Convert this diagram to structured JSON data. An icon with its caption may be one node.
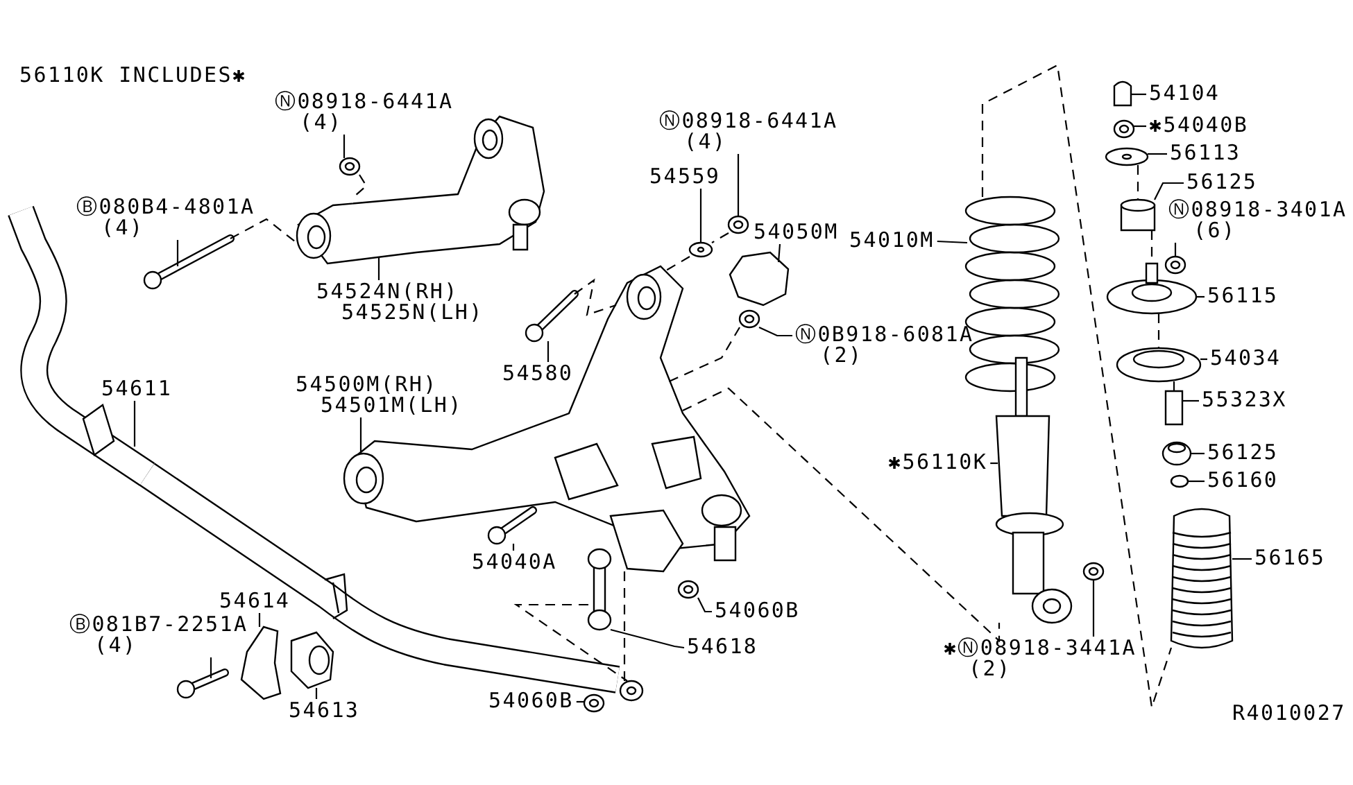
{
  "diagram": {
    "nodes": [
      {
        "text": [
          "Ⓝ08918-6441A",
          "(4)"
        ]
      },
      {
        "text": [
          "Ⓑ080B4-4801A",
          "(4)"
        ]
      },
      {
        "text": [
          "54524N(RH)",
          "54525N(LH)"
        ]
      },
      {
        "text": [
          "Ⓝ08918-6441A",
          "(4)"
        ]
      },
      {
        "text": [
          "54559"
        ]
      },
      {
        "text": [
          "54050M"
        ]
      },
      {
        "text": [
          "Ⓝ0B918-6081A",
          "(2)"
        ]
      },
      {
        "text": [
          "54580"
        ]
      },
      {
        "text": [
          "54010M"
        ]
      },
      {
        "text": [
          "54104"
        ]
      },
      {
        "text": [
          "✱54040B"
        ]
      },
      {
        "text": [
          "56113"
        ]
      },
      {
        "text": [
          "56125"
        ]
      },
      {
        "text": [
          "Ⓝ08918-3401A",
          "(6)"
        ]
      },
      {
        "text": [
          "56115"
        ]
      },
      {
        "text": [
          "54034"
        ]
      },
      {
        "text": [
          "55323X"
        ]
      },
      {
        "text": [
          "56125"
        ]
      },
      {
        "text": [
          "56160"
        ]
      },
      {
        "text": [
          "56165"
        ]
      },
      {
        "text": [
          "✱56110K"
        ]
      },
      {
        "text": [
          "✱Ⓝ08918-3441A",
          "(2)"
        ]
      },
      {
        "text": [
          "54500M(RH)",
          "54501M(LH)"
        ]
      },
      {
        "text": [
          "54611"
        ]
      },
      {
        "text": [
          "54040A"
        ]
      },
      {
        "text": [
          "54060B"
        ]
      },
      {
        "text": [
          "54618"
        ]
      },
      {
        "text": [
          "Ⓑ081B7-2251A",
          "(4)"
        ]
      },
      {
        "text": [
          "54614"
        ]
      },
      {
        "text": [
          "54613"
        ]
      },
      {
        "text": [
          "54060B"
        ]
      },
      {
        "text": [],
        "shape": "picture"
      },
      {
        "text": [],
        "shape": "picture"
      },
      {
        "text": [],
        "shape": "picture"
      },
      {
        "text": [],
        "shape": "picture"
      },
      {
        "text": [],
        "shape": "picture"
      },
      {
        "text": [],
        "shape": "picture"
      },
      {
        "text": [],
        "shape": "picture"
      },
      {
        "text": [],
        "shape": "picture"
      },
      {
        "text": [],
        "shape": "picture"
      },
      {
        "text": [],
        "shape": "picture"
      },
      {
        "text": [],
        "shape": "picture"
      },
      {
        "text": [],
        "shape": "picture"
      },
      {
        "text": [],
        "shape": "picture"
      },
      {
        "text": [],
        "shape": "picture"
      },
      {
        "text": [],
        "shape": "picture"
      },
      {
        "text": [],
        "shape": "picture"
      },
      {
        "text": [],
        "shape": "picture"
      },
      {
        "text": [],
        "shape": "picture"
      },
      {
        "text": [],
        "shape": "picture"
      },
      {
        "text": [],
        "shape": "picture"
      },
      {
        "text": [],
        "shape": "picture"
      },
      {
        "text": [],
        "shape": "picture"
      },
      {
        "text": [],
        "shape": "picture"
      },
      {
        "text": [],
        "shape": "picture"
      },
      {
        "text": [],
        "shape": "picture"
      },
      {
        "text": [],
        "shape": "picture"
      },
      {
        "text": [],
        "shape": "picture"
      },
      {
        "text": [],
        "shape": "picture"
      },
      {
        "text": [],
        "shape": "picture"
      },
      {
        "text": [],
        "shape": "picture"
      },
      {
        "text": [],
        "shape": "picture"
      },
      {
        "text": [],
        "shape": "picture"
      }
    ],
    "edges": [
      {
        "from": 0,
        "to": 31,
        "arrow": "none"
      },
      {
        "from": 1,
        "to": 32,
        "arrow": "none"
      },
      {
        "from": 2,
        "to": 33,
        "arrow": "none"
      },
      {
        "from": 3,
        "to": 34,
        "arrow": "none"
      },
      {
        "from": 4,
        "to": 35,
        "arrow": "none"
      },
      {
        "from": 5,
        "to": 36,
        "arrow": "none"
      },
      {
        "from": 6,
        "to": 37,
        "arrow": "none"
      },
      {
        "from": 7,
        "to": 38,
        "arrow": "none"
      },
      {
        "from": 8,
        "to": 39,
        "arrow": "none"
      },
      {
        "from": 9,
        "to": 40,
        "arrow": "none"
      },
      {
        "from": 10,
        "to": 41,
        "arrow": "none"
      },
      {
        "from": 11,
        "to": 42,
        "arrow": "none"
      },
      {
        "from": 12,
        "to": 43,
        "arrow": "none"
      },
      {
        "from": 13,
        "to": 44,
        "arrow": "none"
      },
      {
        "from": 14,
        "to": 45,
        "arrow": "none"
      },
      {
        "from": 15,
        "to": 46,
        "arrow": "none"
      },
      {
        "from": 16,
        "to": 47,
        "arrow": "none"
      },
      {
        "from": 17,
        "to": 48,
        "arrow": "none"
      },
      {
        "from": 18,
        "to": 49,
        "arrow": "none"
      },
      {
        "from": 19,
        "to": 50,
        "arrow": "none"
      },
      {
        "from": 20,
        "to": 51,
        "arrow": "none"
      },
      {
        "from": 21,
        "to": 52,
        "arrow": "none"
      },
      {
        "from": 22,
        "to": 53,
        "arrow": "none"
      },
      {
        "from": 23,
        "to": 54,
        "arrow": "none"
      },
      {
        "from": 24,
        "to": 55,
        "arrow": "none"
      },
      {
        "from": 25,
        "to": 56,
        "arrow": "none"
      },
      {
        "from": 26,
        "to": 57,
        "arrow": "none"
      },
      {
        "from": 27,
        "to": 58,
        "arrow": "none"
      },
      {
        "from": 28,
        "to": 59,
        "arrow": "none"
      },
      {
        "from": 29,
        "to": 60,
        "arrow": "none"
      },
      {
        "from": 30,
        "to": 61,
        "arrow": "none"
      },
      {
        "from": 32,
        "to": 33,
        "arrow": "none",
        "style": "dashed"
      },
      {
        "from": 31,
        "to": 33,
        "arrow": "none",
        "style": "dashed"
      },
      {
        "from": 38,
        "to": 53,
        "arrow": "none",
        "style": "dashed"
      },
      {
        "from": 34,
        "to": 35,
        "arrow": "none",
        "style": "dashed"
      },
      {
        "from": 35,
        "to": 53,
        "arrow": "none",
        "style": "dashed"
      },
      {
        "from": 37,
        "to": 53,
        "arrow": "none",
        "style": "dashed"
      },
      {
        "from": 53,
        "to": 51,
        "arrow": "none",
        "style": "dashed"
      },
      {
        "from": 39,
        "to": 50,
        "arrow": "none",
        "style": "dashed"
      },
      {
        "from": 42,
        "to": 43,
        "arrow": "none",
        "style": "dashed"
      },
      {
        "from": 43,
        "to": 45,
        "arrow": "none",
        "style": "dashed"
      },
      {
        "from": 45,
        "to": 46,
        "arrow": "none",
        "style": "dashed"
      },
      {
        "from": 46,
        "to": 47,
        "arrow": "none",
        "style": "dashed"
      },
      {
        "from": 57,
        "to": 62,
        "arrow": "none",
        "style": "dashed"
      },
      {
        "from": 53,
        "to": 62,
        "arrow": "none",
        "style": "dashed"
      }
    ],
    "labels": [
      "56110K INCLUDES✱",
      "R4010027"
    ]
  }
}
